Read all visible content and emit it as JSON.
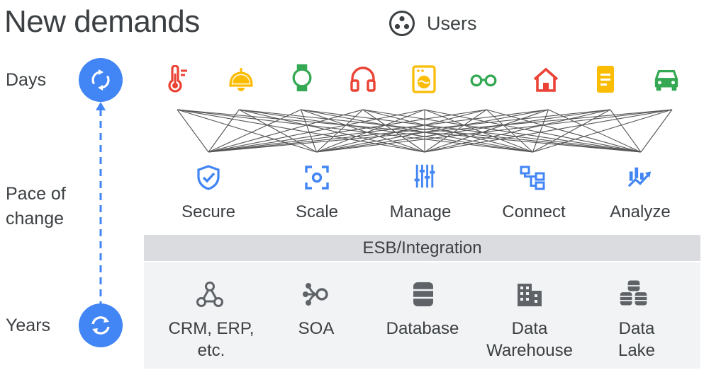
{
  "title": "New demands",
  "users": {
    "label": "Users",
    "icon": "users-icon"
  },
  "pace": {
    "days_label": "Days",
    "pace_label_line1": "Pace of",
    "pace_label_line2": "change",
    "years_label": "Years"
  },
  "devices": [
    {
      "icon": "thermometer-icon",
      "color": "#ea4335"
    },
    {
      "icon": "ceiling-light-icon",
      "color": "#fbbc04"
    },
    {
      "icon": "smartwatch-icon",
      "color": "#34a853"
    },
    {
      "icon": "headphones-icon",
      "color": "#ea4335"
    },
    {
      "icon": "washing-machine-icon",
      "color": "#fbbc04"
    },
    {
      "icon": "glasses-icon",
      "color": "#34a853"
    },
    {
      "icon": "home-icon",
      "color": "#ea4335"
    },
    {
      "icon": "tablet-icon",
      "color": "#fbbc04"
    },
    {
      "icon": "car-icon",
      "color": "#34a853"
    }
  ],
  "services": [
    {
      "label": "Secure",
      "icon": "shield-check-icon"
    },
    {
      "label": "Scale",
      "icon": "scale-focus-icon"
    },
    {
      "label": "Manage",
      "icon": "sliders-icon"
    },
    {
      "label": "Connect",
      "icon": "connect-nodes-icon"
    },
    {
      "label": "Analyze",
      "icon": "analytics-icon"
    }
  ],
  "esb": {
    "label": "ESB/Integration"
  },
  "legacy": [
    {
      "label_line1": "CRM, ERP,",
      "label_line2": "etc.",
      "icon": "hub-nodes-icon"
    },
    {
      "label_line1": "SOA",
      "label_line2": "",
      "icon": "soa-fork-icon"
    },
    {
      "label_line1": "Database",
      "label_line2": "",
      "icon": "database-icon"
    },
    {
      "label_line1": "Data",
      "label_line2": "Warehouse",
      "icon": "building-icon"
    },
    {
      "label_line1": "Data",
      "label_line2": "Lake",
      "icon": "data-lake-icon"
    }
  ],
  "colors": {
    "accent_blue": "#4285f4",
    "red": "#ea4335",
    "yellow": "#fbbc04",
    "green": "#34a853",
    "line_gray": "#555555",
    "icon_gray": "#5f6368"
  }
}
